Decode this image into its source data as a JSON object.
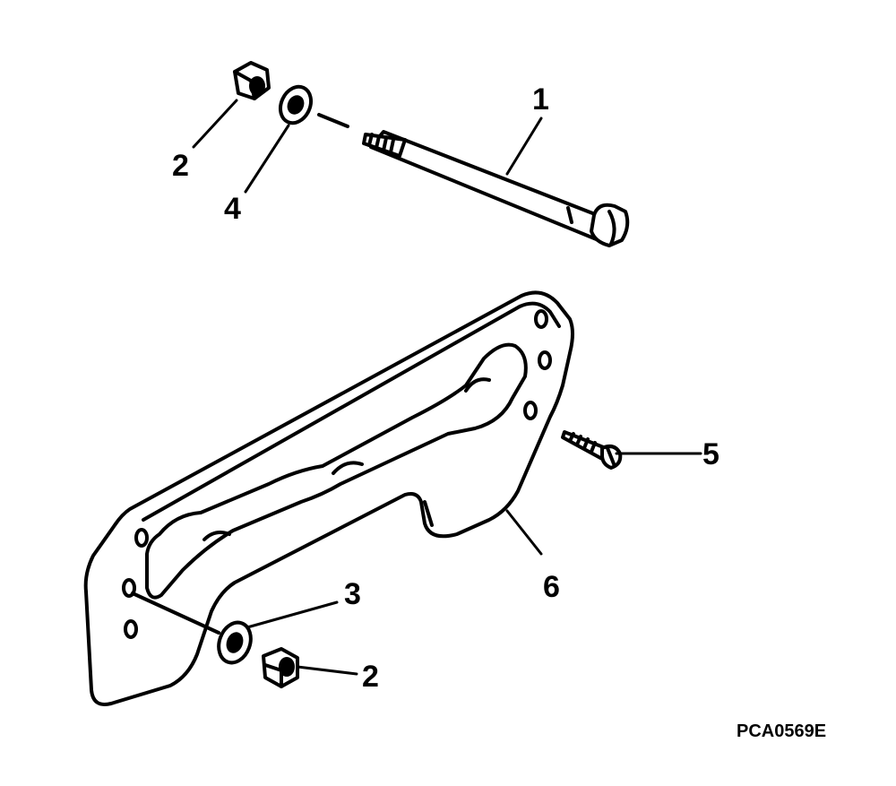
{
  "diagram": {
    "callouts": [
      {
        "id": "callout-1",
        "label": "1"
      },
      {
        "id": "callout-2-top",
        "label": "2"
      },
      {
        "id": "callout-4",
        "label": "4"
      },
      {
        "id": "callout-5",
        "label": "5"
      },
      {
        "id": "callout-6",
        "label": "6"
      },
      {
        "id": "callout-3",
        "label": "3"
      },
      {
        "id": "callout-2-bottom",
        "label": "2"
      }
    ],
    "figure_code": "PCA0569E",
    "colors": {
      "ink": "#000000",
      "paper": "#ffffff"
    }
  }
}
